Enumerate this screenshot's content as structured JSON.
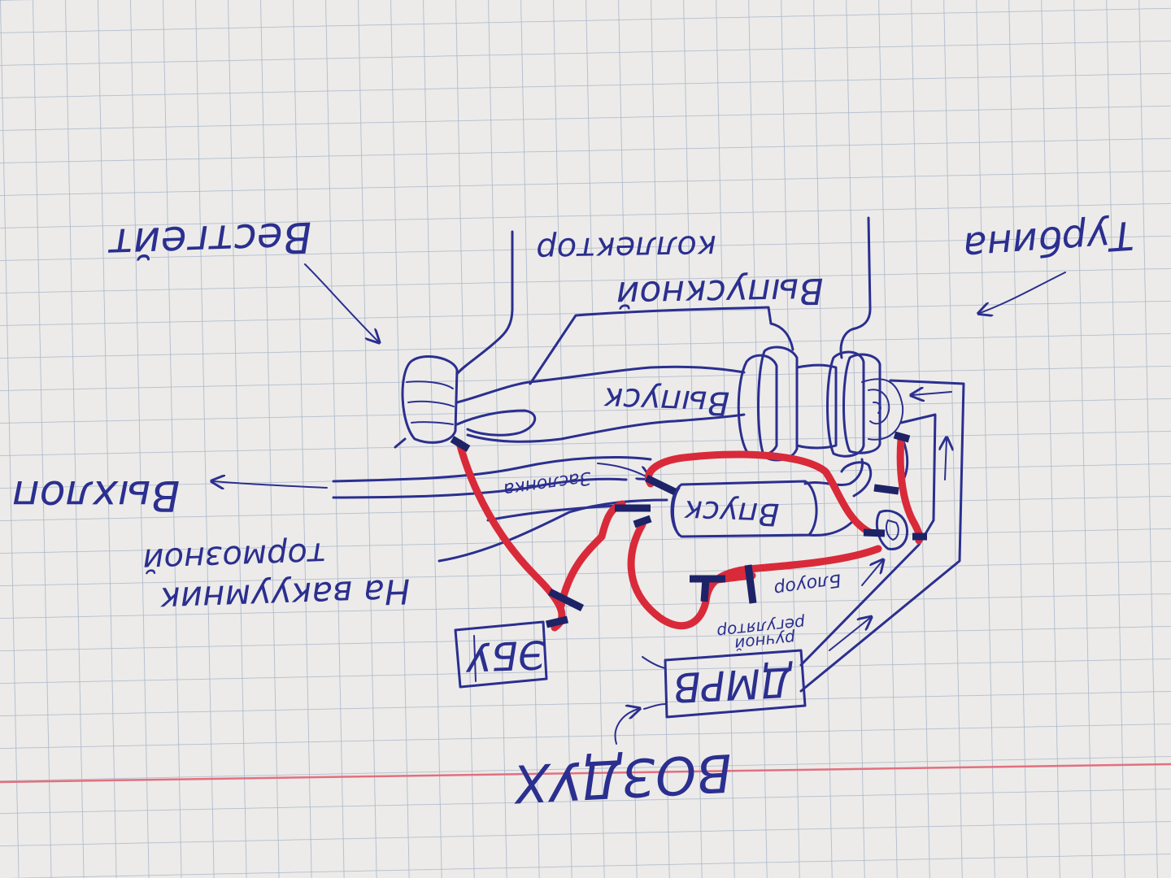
{
  "labels": {
    "wastegate": "Вестгейт",
    "exhaust_manifold_1": "Выпускной",
    "exhaust_manifold_2": "коллектор",
    "turbine": "Турбина",
    "exhaust": "Выпуск",
    "intake": "Впуск",
    "throttle": "Заслонка",
    "exit": "Выхлоп",
    "vacuum_1": "На вакуумник",
    "vacuum_2": "тормозной",
    "ecu": "ЭБУ",
    "blower": "Блоуор",
    "manual_regulator_1": "ручной",
    "manual_regulator_2": "регулятор",
    "maf": "ДМРВ",
    "air": "ВОЗДУХ"
  },
  "colors": {
    "paper": "#ecebe9",
    "grid": "#a9b6c9",
    "ink": "#2b2f8f",
    "hose": "#d92a3a",
    "margin_line": "#e2707f"
  },
  "note": ""
}
